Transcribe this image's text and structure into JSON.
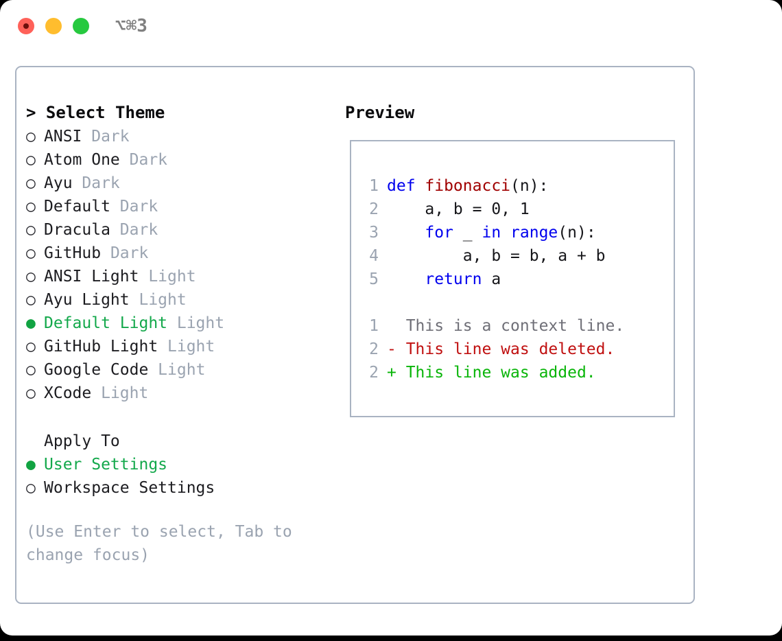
{
  "window": {
    "traffic_lights": [
      {
        "name": "close",
        "color": "#ff6159"
      },
      {
        "name": "minimize",
        "color": "#ffbd2e"
      },
      {
        "name": "zoom",
        "color": "#27c93f"
      }
    ],
    "shortcut": "⌥⌘3"
  },
  "theme_picker": {
    "header": "> Select Theme",
    "items": [
      {
        "bullet": "○",
        "selected": false,
        "label": "ANSI",
        "tag": "Dark"
      },
      {
        "bullet": "○",
        "selected": false,
        "label": "Atom One",
        "tag": "Dark"
      },
      {
        "bullet": "○",
        "selected": false,
        "label": "Ayu",
        "tag": "Dark"
      },
      {
        "bullet": "○",
        "selected": false,
        "label": "Default",
        "tag": "Dark"
      },
      {
        "bullet": "○",
        "selected": false,
        "label": "Dracula",
        "tag": "Dark"
      },
      {
        "bullet": "○",
        "selected": false,
        "label": "GitHub",
        "tag": "Dark"
      },
      {
        "bullet": "○",
        "selected": false,
        "label": "ANSI Light",
        "tag": "Light"
      },
      {
        "bullet": "○",
        "selected": false,
        "label": "Ayu Light",
        "tag": "Light"
      },
      {
        "bullet": "●",
        "selected": true,
        "label": "Default Light",
        "tag": "Light"
      },
      {
        "bullet": "○",
        "selected": false,
        "label": "GitHub Light",
        "tag": "Light"
      },
      {
        "bullet": "○",
        "selected": false,
        "label": "Google Code",
        "tag": "Light"
      },
      {
        "bullet": "○",
        "selected": false,
        "label": "XCode",
        "tag": "Light"
      }
    ]
  },
  "apply_to": {
    "title": "Apply To",
    "options": [
      {
        "bullet": "●",
        "selected": true,
        "label": "User Settings"
      },
      {
        "bullet": "○",
        "selected": false,
        "label": "Workspace Settings"
      }
    ]
  },
  "hint": "(Use Enter to select, Tab to change focus)",
  "preview": {
    "title": "Preview",
    "code_lines": [
      {
        "num": "1",
        "tokens": [
          {
            "t": "def ",
            "c": "kw"
          },
          {
            "t": "fibonacci",
            "c": "fn"
          },
          {
            "t": "(n):",
            "c": "plain"
          }
        ]
      },
      {
        "num": "2",
        "tokens": [
          {
            "t": "    a, b = 0, 1",
            "c": "plain"
          }
        ]
      },
      {
        "num": "3",
        "tokens": [
          {
            "t": "    ",
            "c": "plain"
          },
          {
            "t": "for",
            "c": "kw"
          },
          {
            "t": " _ ",
            "c": "plain"
          },
          {
            "t": "in",
            "c": "kw"
          },
          {
            "t": " ",
            "c": "plain"
          },
          {
            "t": "range",
            "c": "kw"
          },
          {
            "t": "(n):",
            "c": "plain"
          }
        ]
      },
      {
        "num": "4",
        "tokens": [
          {
            "t": "        a, b = b, a + b",
            "c": "plain"
          }
        ]
      },
      {
        "num": "5",
        "tokens": [
          {
            "t": "    ",
            "c": "plain"
          },
          {
            "t": "return",
            "c": "kw"
          },
          {
            "t": " a",
            "c": "plain"
          }
        ]
      }
    ],
    "diff_lines": [
      {
        "num": "1",
        "marker": " ",
        "text": " This is a context line.",
        "kind": "ctx"
      },
      {
        "num": "2",
        "marker": "-",
        "text": " This line was deleted.",
        "kind": "del"
      },
      {
        "num": "2",
        "marker": "+",
        "text": " This line was added.",
        "kind": "add"
      }
    ]
  },
  "colors": {
    "accent_green": "#13a84b",
    "muted": "#9aa3b0",
    "border": "#a9b3c2",
    "keyword_blue": "#0000ee",
    "function_red": "#a00000",
    "diff_delete": "#c01010",
    "diff_add": "#09b509"
  }
}
